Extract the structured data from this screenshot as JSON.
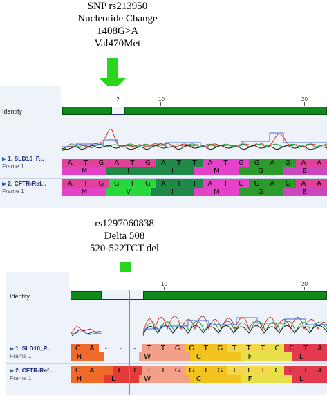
{
  "snp_caption": {
    "lines": [
      "SNP rs213950",
      "Nucleotide Change",
      "1408G>A",
      "Val470Met"
    ]
  },
  "del_caption": {
    "lines": [
      "rs1297060838",
      "Delta 508",
      "520-522TCT del"
    ]
  },
  "panel1": {
    "identity_label": "Identity",
    "ruler_ticks": [
      "?",
      "10",
      "20"
    ],
    "seq1_name": "1. SLD10_P...",
    "seq1_frame": "Frame 1",
    "seq2_name": "2. CFTR-Ref...",
    "seq2_frame": "Frame 1",
    "seq1_nt": [
      "A",
      "T",
      "G",
      "A",
      "T",
      "G",
      "A",
      "T",
      "T",
      "A",
      "T",
      "G",
      "G",
      "A",
      "G",
      "A",
      "A"
    ],
    "seq1_aa": [
      "",
      "M",
      "",
      "",
      "I",
      "",
      "",
      "I",
      "",
      "",
      "M",
      "",
      "",
      "G",
      "",
      "",
      "E",
      ""
    ],
    "seq2_nt": [
      "A",
      "T",
      "G",
      "G",
      "T",
      "G",
      "A",
      "T",
      "T",
      "A",
      "T",
      "G",
      "G",
      "A",
      "G",
      "A",
      "A"
    ],
    "seq2_aa": [
      "",
      "M",
      "",
      "",
      "V",
      "",
      "",
      "I",
      "",
      "",
      "M",
      "",
      "",
      "G",
      "",
      "",
      "E",
      ""
    ],
    "colors": {
      "A": "#e0429a",
      "T": "#e0429a",
      "G": "#e0429a",
      "M": "#e542c9",
      "V": "#28d83c",
      "I": "#1f9e46",
      "G_aa": "#2b9b2b",
      "E": "#cc47bd"
    }
  },
  "panel2": {
    "identity_label": "Identity",
    "ruler_ticks": [
      "10",
      "20"
    ],
    "seq1_name": "1. SLD10_P...",
    "seq1_frame": "Frame 1",
    "seq2_name": "2. CFTR-Ref...",
    "seq2_frame": "Frame 1",
    "seq1_nt": [
      "C",
      "A",
      "-",
      "-",
      "-",
      "T",
      "T",
      "G",
      "G",
      "T",
      "G",
      "T",
      "T",
      "T",
      "C",
      "C",
      "T",
      "A"
    ],
    "seq1_aa": [
      "H",
      "",
      "",
      "",
      "W",
      "",
      "",
      "C",
      "",
      "",
      "F",
      "",
      "",
      "L",
      ""
    ],
    "seq2_nt": [
      "C",
      "A",
      "T",
      "C",
      "T",
      "T",
      "T",
      "G",
      "G",
      "T",
      "G",
      "T",
      "T",
      "T",
      "C",
      "C",
      "T",
      "A"
    ],
    "seq2_aa": [
      "H",
      "",
      "L",
      "",
      "W",
      "",
      "",
      "C",
      "",
      "",
      "F",
      "",
      "",
      "L",
      ""
    ]
  }
}
